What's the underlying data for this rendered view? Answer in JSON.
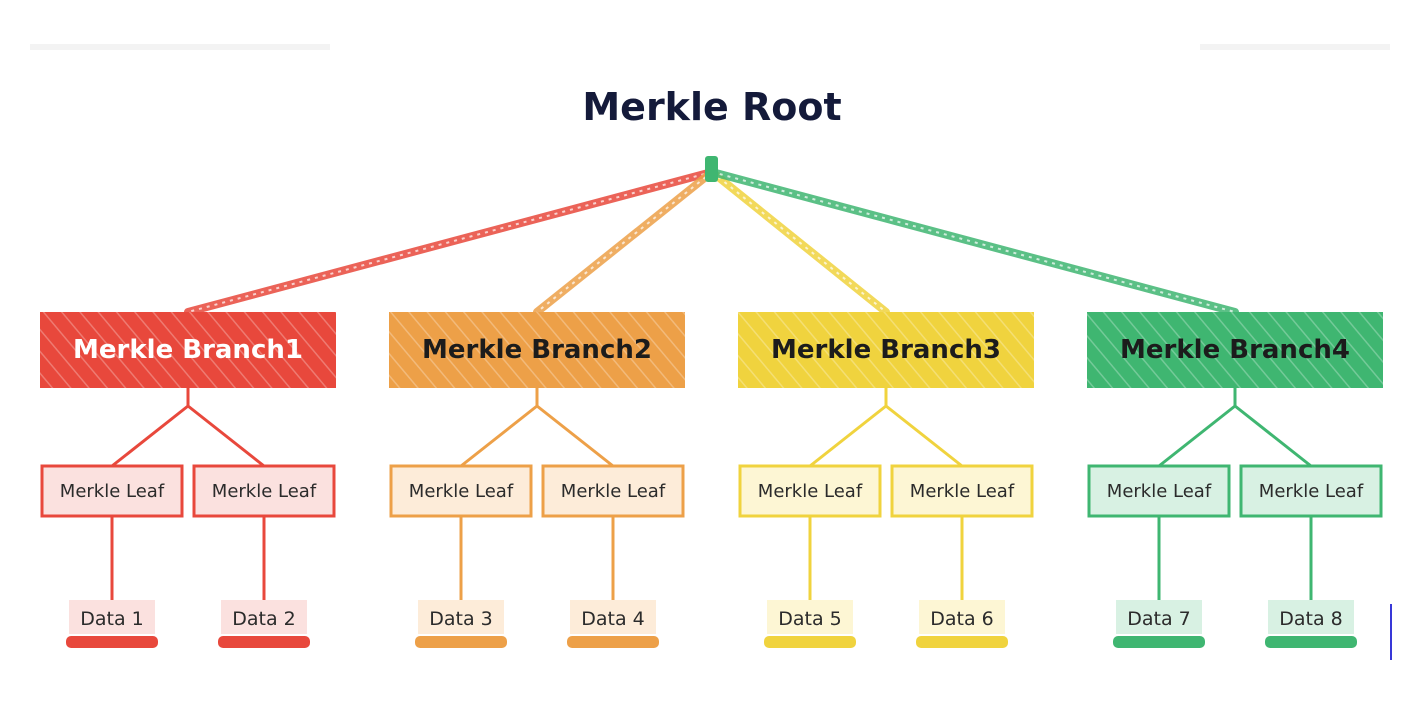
{
  "title": "Merkle Root",
  "branches": [
    {
      "label": "Merkle Branch1",
      "color": "#e8483c",
      "light": "#fbe1df",
      "text_color": "#ffffff",
      "leaves": [
        {
          "label": "Merkle Leaf",
          "data": "Data 1"
        },
        {
          "label": "Merkle Leaf",
          "data": "Data 2"
        }
      ]
    },
    {
      "label": "Merkle Branch2",
      "color": "#eda048",
      "light": "#fdecd9",
      "text_color": "#1c1c1c",
      "leaves": [
        {
          "label": "Merkle Leaf",
          "data": "Data 3"
        },
        {
          "label": "Merkle Leaf",
          "data": "Data 4"
        }
      ]
    },
    {
      "label": "Merkle Branch3",
      "color": "#f0d33e",
      "light": "#fdf6d4",
      "text_color": "#1c1c1c",
      "leaves": [
        {
          "label": "Merkle Leaf",
          "data": "Data 5"
        },
        {
          "label": "Merkle Leaf",
          "data": "Data 6"
        }
      ]
    },
    {
      "label": "Merkle Branch4",
      "color": "#3fb671",
      "light": "#d8f1e3",
      "text_color": "#1c1c1c",
      "leaves": [
        {
          "label": "Merkle Leaf",
          "data": "Data 7"
        },
        {
          "label": "Merkle Leaf",
          "data": "Data 8"
        }
      ]
    }
  ]
}
